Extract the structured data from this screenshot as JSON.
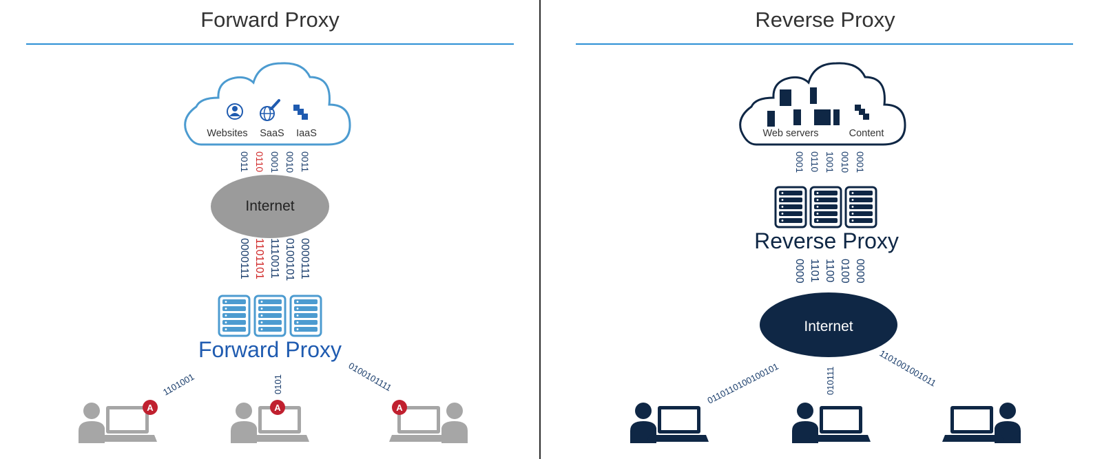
{
  "left": {
    "title": "Forward Proxy",
    "cloud_labels": {
      "websites": "Websites",
      "saas": "SaaS",
      "iaas": "IaaS"
    },
    "bits_top": [
      "0011",
      "0110",
      "0001",
      "0010",
      "0011"
    ],
    "internet_label": "Internet",
    "bits_mid": [
      "0000111",
      "1101101",
      "1110011",
      "0100101",
      "0000111"
    ],
    "proxy_label": "Forward Proxy",
    "bits_users": {
      "left": "1101001",
      "center": "0101",
      "right": "0100101111"
    },
    "badge_letter": "A"
  },
  "right": {
    "title": "Reverse Proxy",
    "cloud_labels": {
      "web_servers": "Web servers",
      "content": "Content"
    },
    "bits_top": [
      "0001",
      "0110",
      "1001",
      "0010",
      "0001"
    ],
    "proxy_label": "Reverse Proxy",
    "bits_mid": [
      "0000",
      "1101",
      "1100",
      "0100",
      "0000"
    ],
    "internet_label": "Internet",
    "bits_users": {
      "left": "0110110100100101",
      "center": "010111",
      "right": "1101001001011"
    }
  },
  "colors": {
    "title_rule": "#2b8fd4",
    "forward_blue": "#4c9bd0",
    "forward_label": "#1f5bb0",
    "reverse_navy": "#0f2745",
    "internet_gray": "#9b9b9b",
    "user_gray": "#a6a6a6",
    "badge_red": "#c0202f",
    "bit_red": "#d02a2a",
    "bit_navy": "#1c3f6d",
    "divider": "#2a2a2a"
  }
}
